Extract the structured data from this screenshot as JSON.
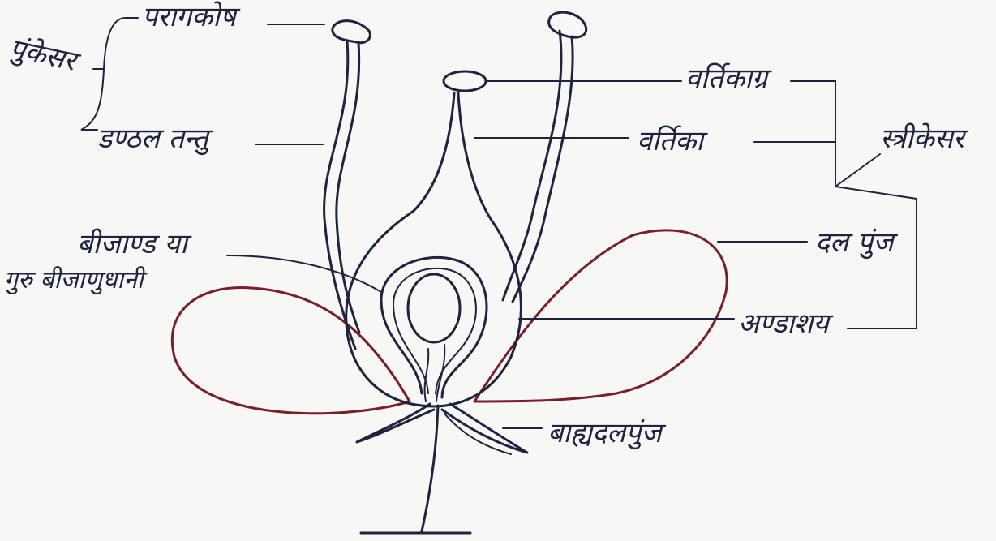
{
  "labels": {
    "stamen": "पुंकेसर",
    "anther": "परागकोष",
    "filament": "डण्ठल तन्तु",
    "stigma": "वर्तिकाग्र",
    "style": "वर्तिका",
    "pistil": "स्त्रीकेसर",
    "ovule_line1": "बीजाण्ड या",
    "ovule_line2": "गुरु बीजाणुधानी",
    "corolla": "दल पुंज",
    "ovary": "अण्डाशय",
    "calyx": "बाह्यदलपुंज"
  },
  "colors": {
    "ink": "#1f2340",
    "petal": "#7a1f28",
    "paper": "#f7f7f5"
  }
}
